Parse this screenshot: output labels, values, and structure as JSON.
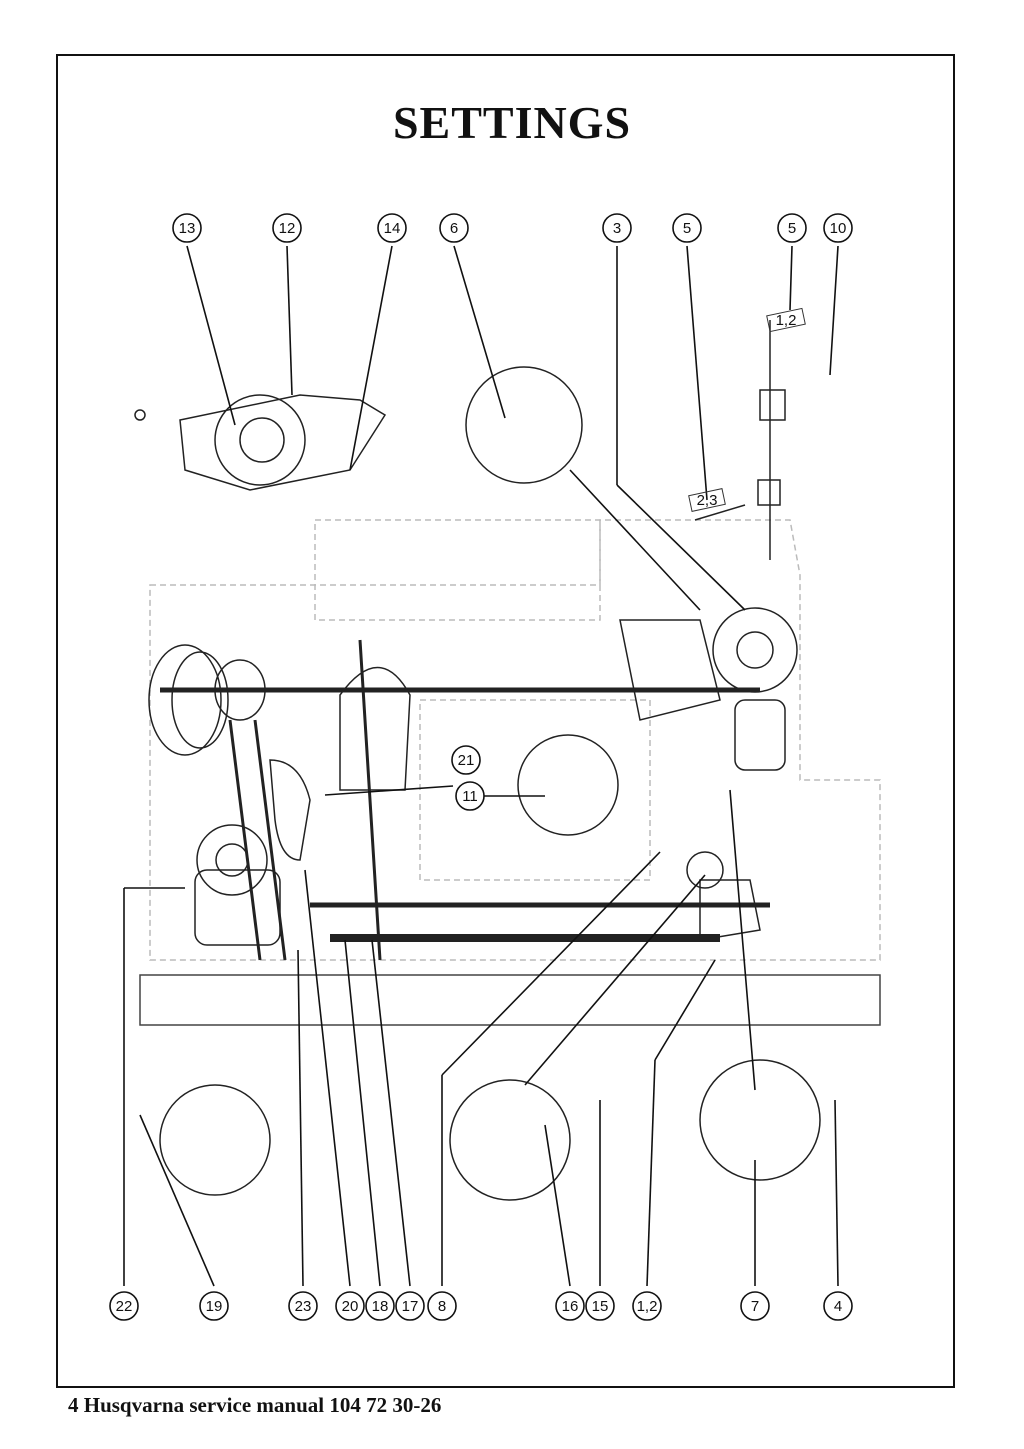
{
  "title": "SETTINGS",
  "footer": "4 Husqvarna service manual 104 72 30-26",
  "callouts_top": [
    "13",
    "12",
    "14",
    "6",
    "3",
    "5",
    "5",
    "10"
  ],
  "callouts_bottom": [
    "22",
    "19",
    "23",
    "20",
    "18",
    "17",
    "8",
    "16",
    "15",
    "1,2",
    "7",
    "4"
  ],
  "callouts_mid": [
    "21",
    "11"
  ],
  "part_labels": [
    "1,2",
    "2,3"
  ]
}
